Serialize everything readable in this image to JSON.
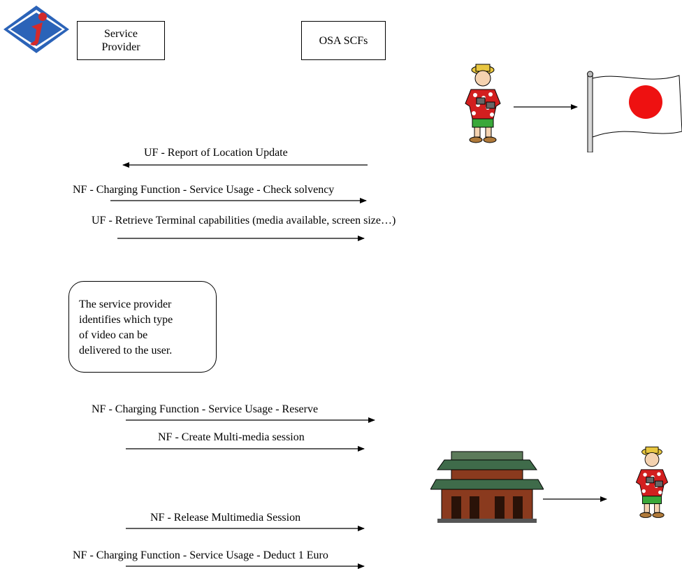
{
  "header": {
    "service_provider_line1": "Service",
    "service_provider_line2": "Provider",
    "osa_scfs": "OSA SCFs"
  },
  "messages": [
    {
      "label": "UF - Report of Location Update",
      "direction": "left"
    },
    {
      "label": "NF - Charging Function - Service Usage - Check solvency",
      "direction": "right"
    },
    {
      "label": "UF - Retrieve Terminal capabilities (media available, screen size…)",
      "direction": "right"
    },
    {
      "label": "NF - Charging Function - Service Usage - Reserve",
      "direction": "right"
    },
    {
      "label": "NF - Create Multi-media session",
      "direction": "right"
    },
    {
      "label": "NF - Release Multimedia Session",
      "direction": "right"
    },
    {
      "label": "NF - Charging Function - Service Usage - Deduct 1 Euro",
      "direction": "right"
    }
  ],
  "note": {
    "line1": "The service provider",
    "line2": "identifies which type",
    "line3": "of video can be",
    "line4": "delivered to the user."
  },
  "colors": {
    "logo_blue": "#2b63b8",
    "logo_red": "#d42a2a",
    "flag_red": "#ee1111",
    "shirt_red": "#d21f1f",
    "temple_brown": "#8a3a1e",
    "temple_green": "#3f6b4a"
  }
}
